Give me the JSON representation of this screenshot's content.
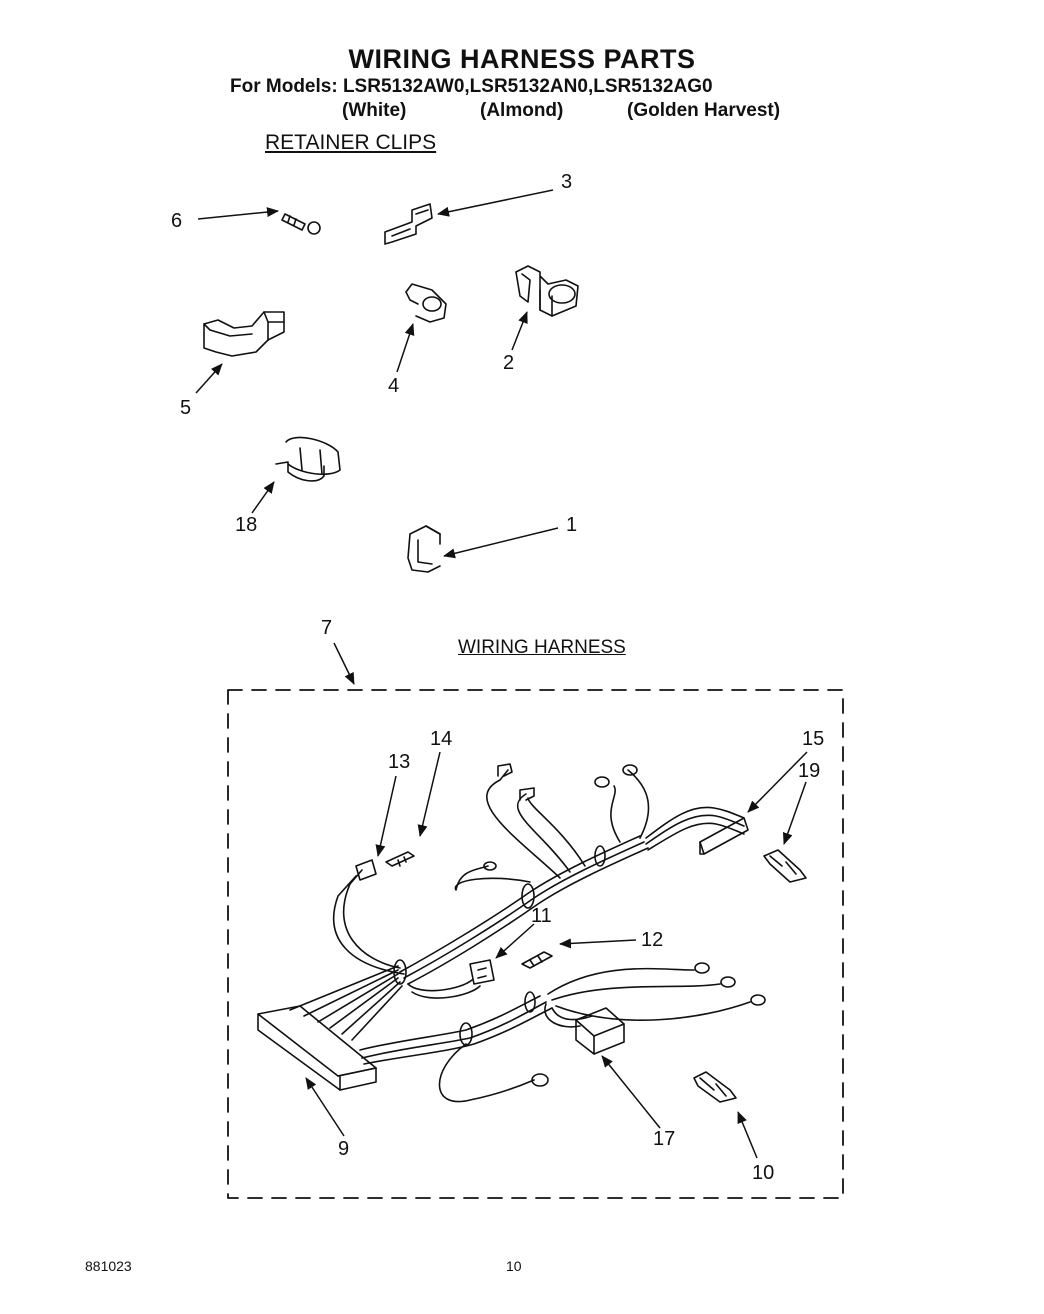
{
  "header": {
    "title": "WIRING HARNESS PARTS",
    "models": "For Models: LSR5132AW0,LSR5132AN0,LSR5132AG0",
    "colors": [
      "(White)",
      "(Almond)",
      "(Golden Harvest)"
    ]
  },
  "sections": {
    "retainer_clips": "RETAINER CLIPS",
    "wiring_harness": "WIRING HARNESS"
  },
  "callouts": {
    "c1": "1",
    "c2": "2",
    "c3": "3",
    "c4": "4",
    "c5": "5",
    "c6": "6",
    "c7": "7",
    "c9": "9",
    "c10": "10",
    "c11": "11",
    "c12": "12",
    "c13": "13",
    "c14": "14",
    "c15": "15",
    "c17": "17",
    "c18": "18",
    "c19": "19"
  },
  "footer": {
    "doc_number": "881023",
    "page_number": "10"
  }
}
